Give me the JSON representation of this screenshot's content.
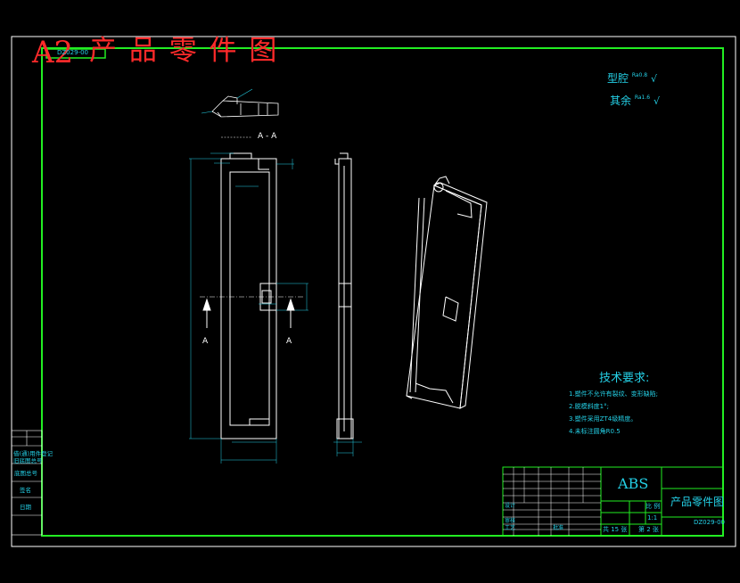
{
  "sheet": {
    "size_label": "A2",
    "title_overlay": "产 品 零 件 图",
    "drawing_no": "DZ029-00"
  },
  "colors": {
    "background": "#000000",
    "frame": "#22ee22",
    "outline": "#ffffff",
    "annotation": "#24d0e6",
    "title_overlay": "#ff2a2a"
  },
  "roughness": {
    "cavity_label": "型腔",
    "cavity_value": "Ra0.8",
    "rest_label": "其余",
    "rest_value": "Ra1.6"
  },
  "views": {
    "section_label": "A - A",
    "section_arrow_left": "A",
    "section_arrow_right": "A"
  },
  "technical_requirements": {
    "title": "技术要求:",
    "items": [
      "1.塑件不允许有裂纹、变形缺陷;",
      "2.脱模斜度1°;",
      "3.塑件采用ZT4级精度。",
      "4.未标注圆角R0.5"
    ]
  },
  "title_block": {
    "material": "ABS",
    "part_name": "产品零件图",
    "drawing_no": "DZ029-00",
    "scale_header": "比 例",
    "scale": "1:1",
    "sheet_count": "共 15 张",
    "sheet_no": "第 2 张",
    "rows": [
      "设计",
      "审核",
      "工艺",
      "批准"
    ]
  },
  "left_stamps": [
    "借(通)用件登记",
    "旧底图总号",
    "底图总号",
    "签名",
    "日期"
  ]
}
